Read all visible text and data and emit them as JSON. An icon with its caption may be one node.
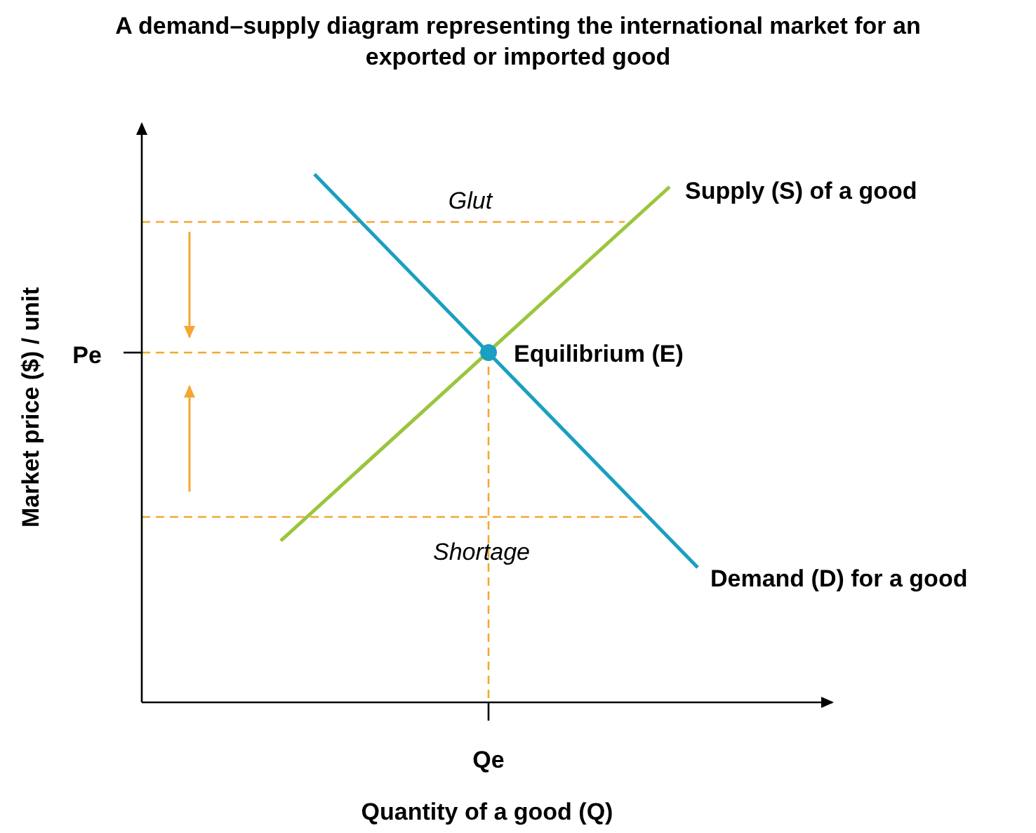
{
  "diagram": {
    "title": "A demand–supply diagram representing the international market for an exported or imported good",
    "labels": [
      "Glut",
      "Supply (S) of a good",
      "Pe",
      "Equilibrium (E)",
      "Shortage",
      "Demand (D) for a good",
      "Qe",
      "Quantity of a good (Q)",
      "Market price ($) / unit"
    ]
  }
}
